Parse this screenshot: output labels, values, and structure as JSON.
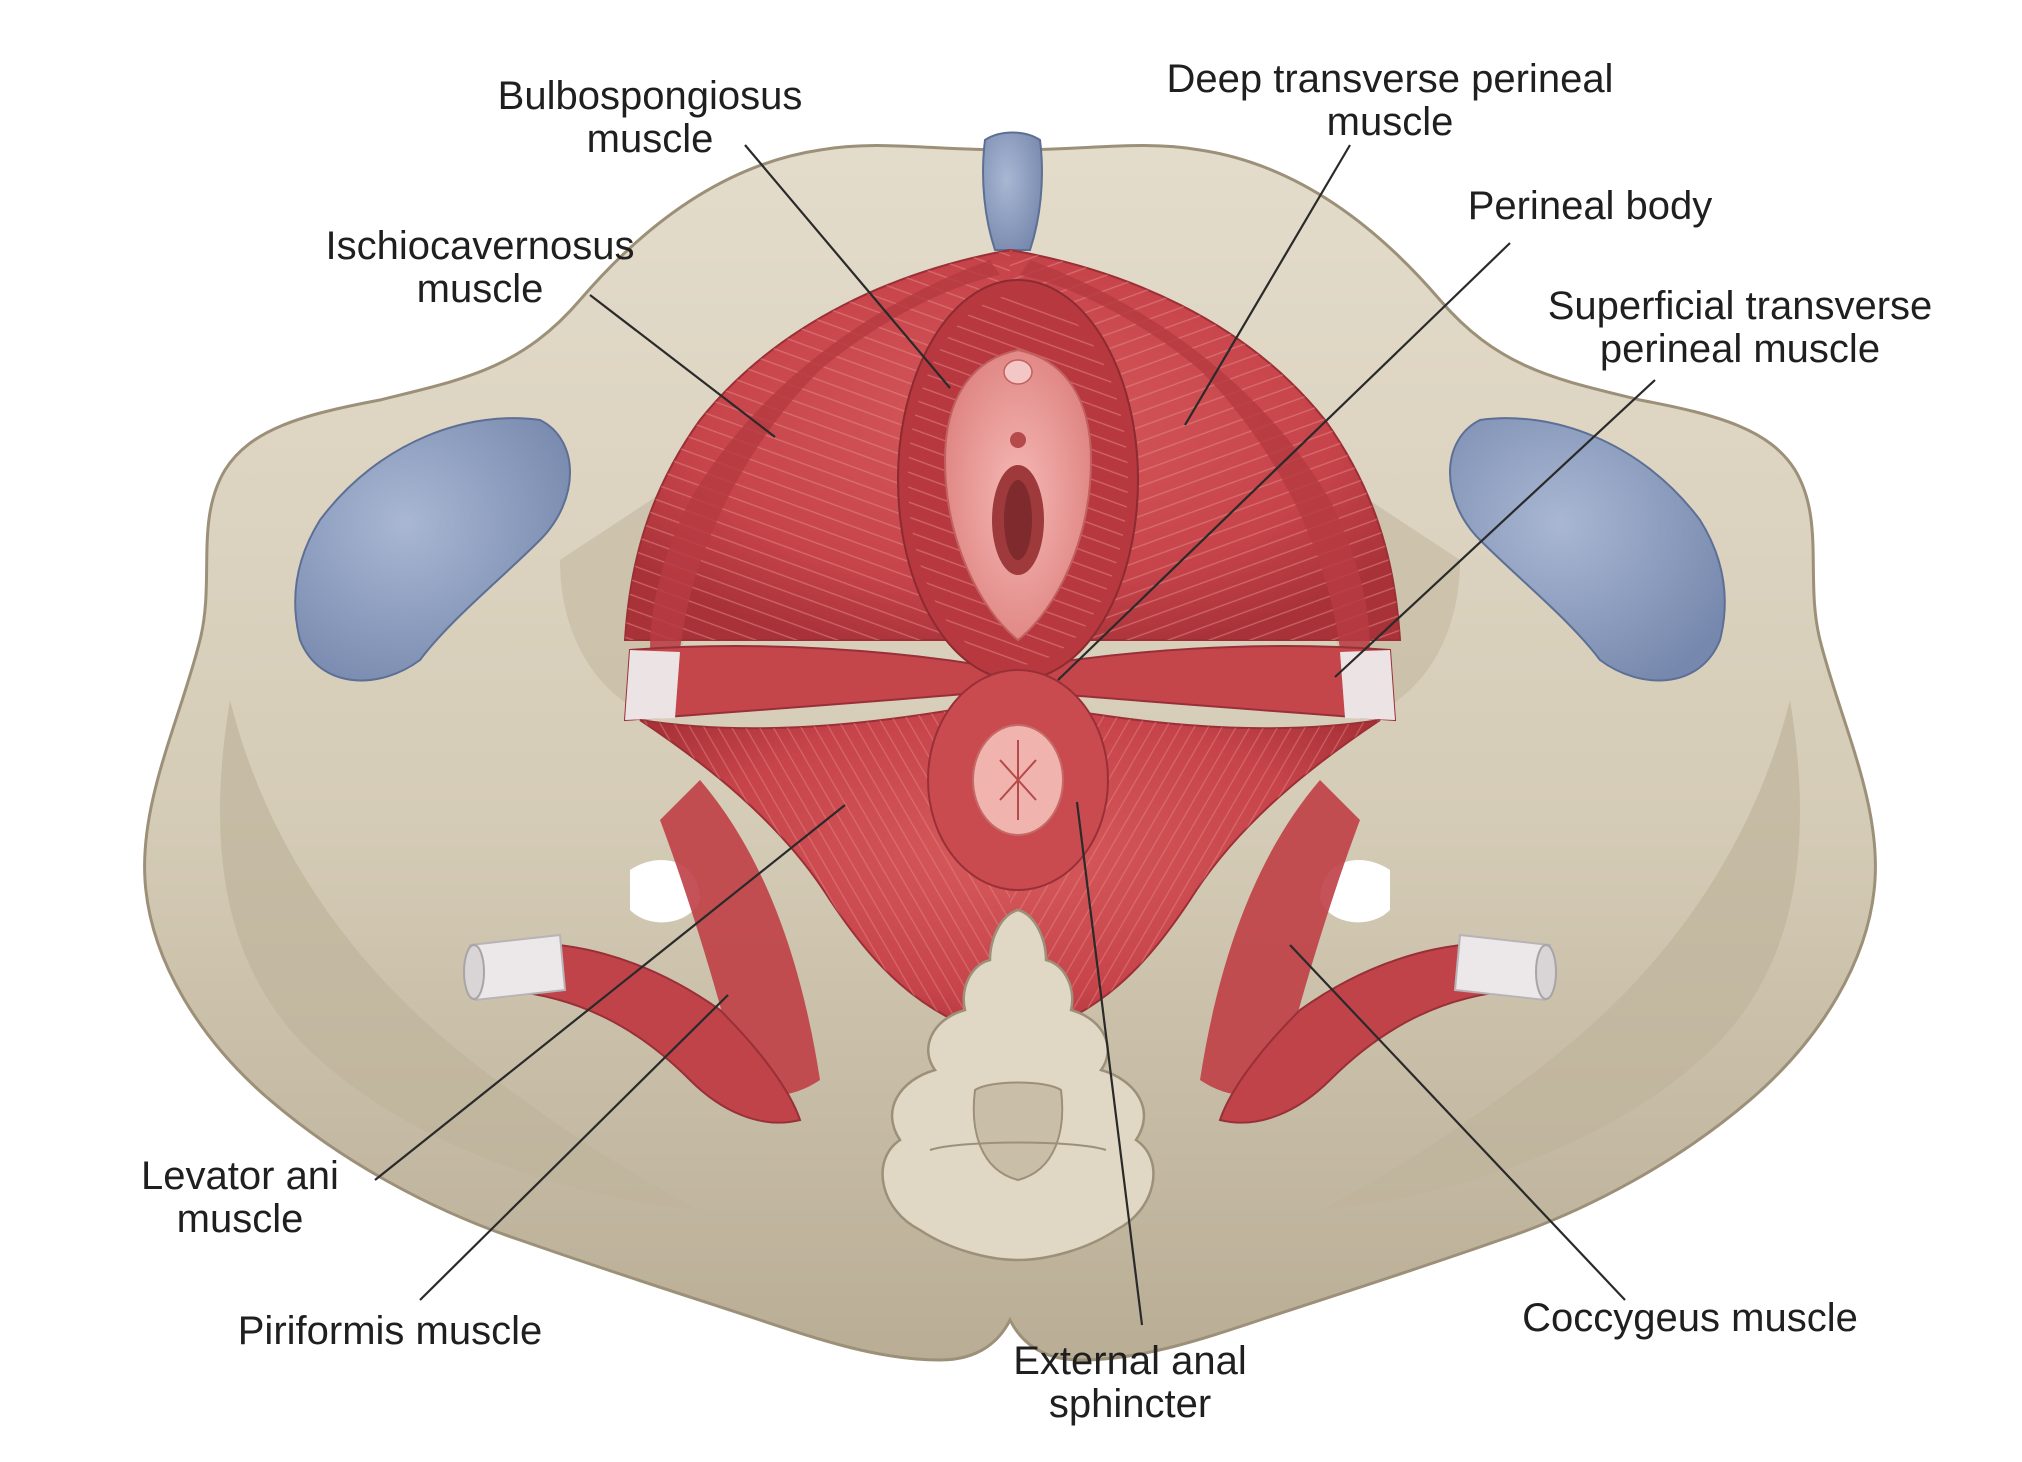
{
  "colors": {
    "bone": "#d9d0bd",
    "bone_shadow": "#a89c84",
    "bone_highlight": "#ebe5d5",
    "muscle": "#c9474a",
    "muscle_dark": "#a8333a",
    "muscle_light": "#dc6a6a",
    "cartilage": "#8e9fc0",
    "vulva": "#eb9d9a",
    "tendon": "#e6e3e4",
    "text": "#1f1f1f"
  },
  "labels": {
    "bulbospongiosus": {
      "line1": "Bulbospongiosus",
      "line2": "muscle"
    },
    "deep_transverse": {
      "line1": "Deep transverse perineal",
      "line2": "muscle"
    },
    "ischiocavernosus": {
      "line1": "Ischiocavernosus",
      "line2": "muscle"
    },
    "perineal_body": {
      "line1": "Perineal body"
    },
    "superficial_transverse": {
      "line1": "Superficial transverse",
      "line2": "perineal muscle"
    },
    "levator_ani": {
      "line1": "Levator ani",
      "line2": "muscle"
    },
    "piriformis": {
      "line1": "Piriformis muscle"
    },
    "external_anal": {
      "line1": "External anal",
      "line2": "sphincter"
    },
    "coccygeus": {
      "line1": "Coccygeus muscle"
    }
  }
}
